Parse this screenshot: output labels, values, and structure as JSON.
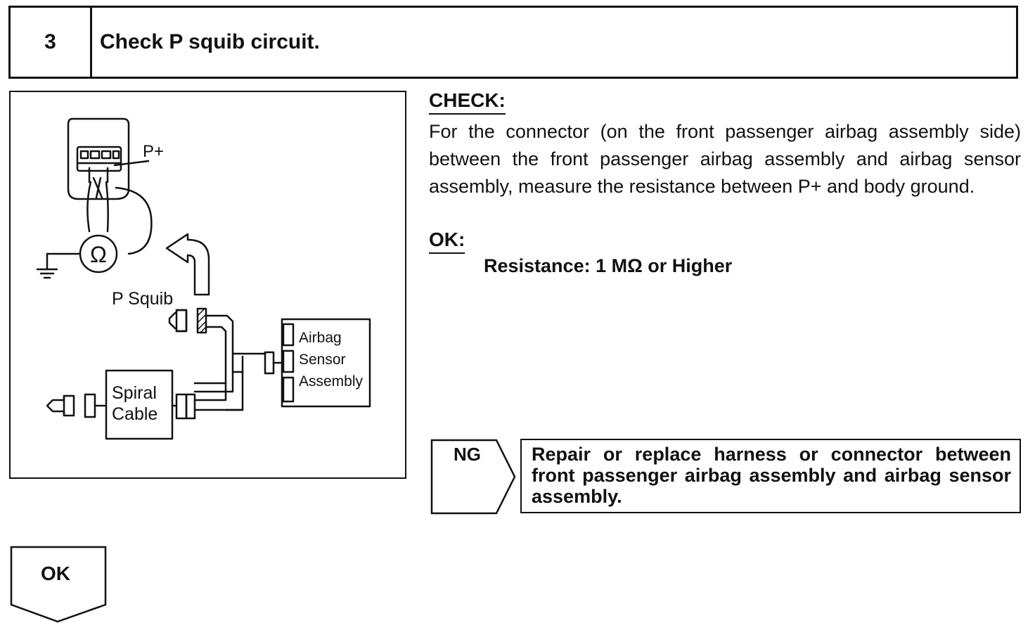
{
  "step": {
    "number": "3",
    "title": "Check P squib circuit."
  },
  "diagram": {
    "label_p_plus": "P+",
    "label_ohm": "Ω",
    "label_p_squib": "P Squib",
    "label_airbag_sensor": [
      "Airbag",
      "Sensor",
      "Assembly"
    ],
    "label_spiral_cable": [
      "Spiral",
      "Cable"
    ]
  },
  "check": {
    "heading": "CHECK:",
    "text": "For the connector (on the front passenger airbag assembly side) between the front passenger airbag assembly and airbag sensor assembly, measure the resistance between P+ and body ground."
  },
  "ok": {
    "heading": "OK:",
    "spec": "Resistance: 1 MΩ or Higher"
  },
  "ng": {
    "label": "NG",
    "action": "Repair or replace harness or connector between front passenger airbag assembly and airbag sensor assembly."
  },
  "ok_branch": {
    "label": "OK"
  }
}
